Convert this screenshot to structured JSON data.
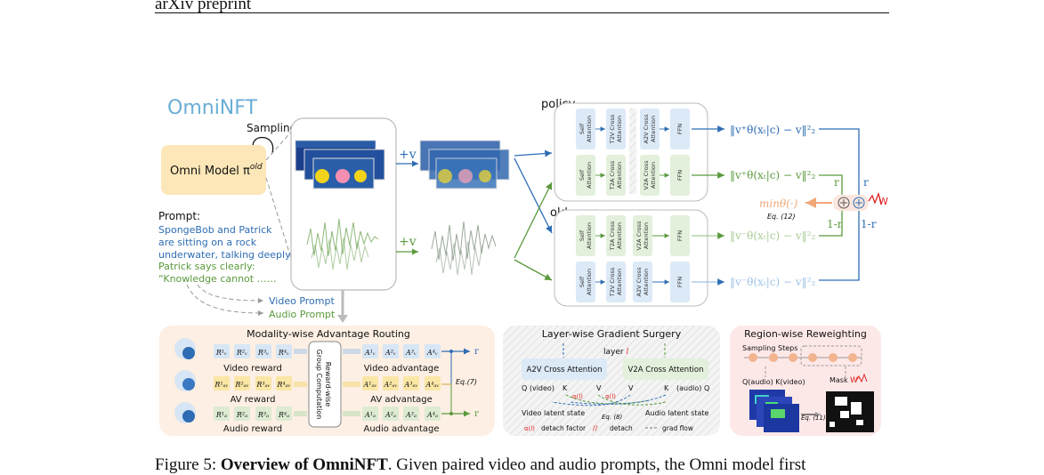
{
  "header": {
    "running_head": "arXiv preprint"
  },
  "figure": {
    "logo": "OmniNFT",
    "sampling": "Sampling",
    "omni_model": "Omni Model π",
    "omni_model_sup": "old",
    "prompt_label": "Prompt:",
    "prompt_lines_blue": [
      "SpongeBob and Patrick",
      "are sitting on a rock",
      "underwater, talking deeply"
    ],
    "prompt_lines_green": [
      "Patrick says clearly:",
      "“Knowledge cannot ……"
    ],
    "video_prompt": "Video Prompt",
    "audio_prompt": "Audio Prompt",
    "plus_v": "+v",
    "policy": "policy",
    "old": "old",
    "self_attention": [
      "Self",
      "Attention"
    ],
    "t2a_cross_attention": [
      "T2A Cross",
      "Attention"
    ],
    "t2v_cross_attention": [
      "T2V Cross",
      "Attention"
    ],
    "a2v_cross_attention": [
      "A2V Cross",
      "Attention"
    ],
    "v2a_cross_attention": [
      "V2A Cross",
      "Attention"
    ],
    "ffn": "FFN",
    "loss_policy_video": "‖v⁺θ(xₜ|c) − v‖²₂",
    "loss_policy_audio": "‖v⁺θ(xₜ|c) − v‖²₂",
    "loss_old_audio": "‖v⁻θ(xₜ|c) − v‖²₂",
    "loss_old_video": "‖v⁻θ(xₜ|c) − v‖²₂",
    "r": "r",
    "one_minus_r": "1-r",
    "min_theta": "minθ(·)",
    "eq12": "Eq. (12)",
    "w": "W",
    "modality_title": "Modality-wise Advantage Routing",
    "video_reward": "Video reward",
    "av_reward": "AV reward",
    "audio_reward": "Audio reward",
    "reward_group_box": "Reward-wise Group Computation",
    "video_advantage": "Video advantage",
    "av_advantage": "AV advantage",
    "audio_advantage": "Audio advantage",
    "eq7": "Eq.(7)",
    "rv": [
      "R¹ᵥ",
      "R²ᵥ",
      "R³ᵥ",
      "R⁴ᵥ"
    ],
    "rav": [
      "R¹ₐᵥ",
      "R²ₐᵥ",
      "R³ₐᵥ",
      "R⁴ₐᵥ"
    ],
    "ra": [
      "R¹ₐ",
      "R²ₐ",
      "R³ₐ",
      "R⁴ₐ"
    ],
    "av": [
      "A¹ᵥ",
      "A²ᵥ",
      "A³ᵥ",
      "A⁴ᵥ"
    ],
    "aav": [
      "A¹ₐᵥ",
      "A²ₐᵥ",
      "A³ₐᵥ",
      "A⁴ₐᵥ"
    ],
    "aa": [
      "A¹ₐ",
      "A²ₐ",
      "A³ₐ",
      "A⁴ₐ"
    ],
    "layer_title": "Layer-wise Gradient Surgery",
    "layer_l": "layer",
    "layer_l_italic": "l",
    "a2v_box": "A2V Cross Attention",
    "v2a_box": "V2A Cross Attention",
    "q_video": "Q (video)",
    "k": "K",
    "v": "V",
    "q_audio": "(audio) Q",
    "alpha_l": "α(l)",
    "video_latent_state": "Video latent state",
    "audio_latent_state": "Audio latent state",
    "eq8": "Eq. (8)",
    "legend_detach_factor": "detach factor",
    "legend_detach": "detach",
    "legend_grad_flow": "grad flow",
    "region_title": "Region-wise Reweighting",
    "sampling_steps": "Sampling Steps",
    "q_audio_k_video": "Q(audio)  K(video)",
    "mask": "Mask",
    "eq11": "Eq. (11)"
  },
  "caption": {
    "prefix": "Figure 5: ",
    "bold": "Overview of OmniNFT",
    "rest": ". Given paired video and audio prompts, the Omni model first"
  },
  "colors": {
    "blue": "#2e6db4",
    "green": "#5a9a3c",
    "orange": "#f0a878",
    "box_orange": "#fde7b8",
    "panel_orange": "#fdefe3",
    "panel_grey": "#f1f1f1",
    "panel_pink": "#fde8e8"
  }
}
